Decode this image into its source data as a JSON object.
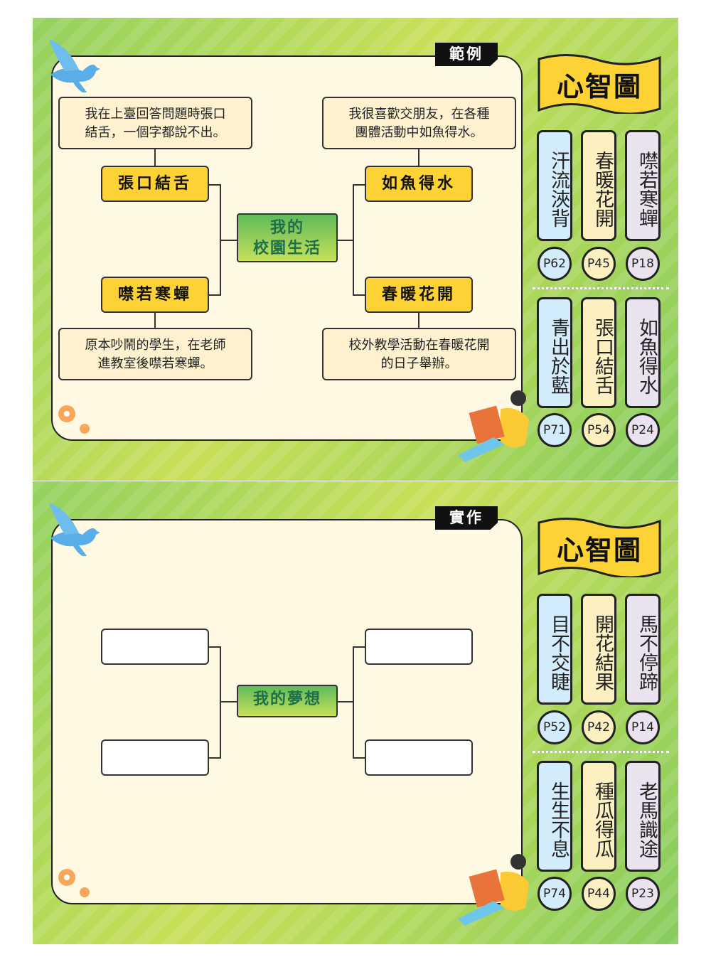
{
  "panels": [
    {
      "tag": "範例",
      "center": [
        "我的",
        "校園生活"
      ],
      "left_top": {
        "idiom": "張口結舌",
        "sentence": [
          "我在上臺回答問題時張口",
          "結舌，一個字都說不出。"
        ]
      },
      "left_bottom": {
        "idiom": "噤若寒蟬",
        "sentence": [
          "原本吵鬧的學生，在老師",
          "進教室後噤若寒蟬。"
        ]
      },
      "right_top": {
        "idiom": "如魚得水",
        "sentence": [
          "我很喜歡交朋友，在各種",
          "團體活動中如魚得水。"
        ]
      },
      "right_bottom": {
        "idiom": "春暖花開",
        "sentence": [
          "校外教學活動在春暖花開",
          "的日子舉辦。"
        ]
      },
      "banner": "心智圖",
      "idioms": [
        {
          "text": "汗流浹背",
          "page": "P62"
        },
        {
          "text": "春暖花開",
          "page": "P45"
        },
        {
          "text": "噤若寒蟬",
          "page": "P18"
        },
        {
          "text": "青出於藍",
          "page": "P71"
        },
        {
          "text": "張口結舌",
          "page": "P54"
        },
        {
          "text": "如魚得水",
          "page": "P24"
        }
      ]
    },
    {
      "tag": "實作",
      "center": [
        "我的夢想"
      ],
      "banner": "心智圖",
      "idioms": [
        {
          "text": "目不交睫",
          "page": "P52"
        },
        {
          "text": "開花結果",
          "page": "P42"
        },
        {
          "text": "馬不停蹄",
          "page": "P14"
        },
        {
          "text": "生生不息",
          "page": "P74"
        },
        {
          "text": "種瓜得瓜",
          "page": "P44"
        },
        {
          "text": "老馬識途",
          "page": "P23"
        }
      ]
    }
  ],
  "colors": {
    "yellow": "#fdd235",
    "card": "#fff8e2",
    "blue": "#d3ecfb",
    "cream": "#fdf0c0",
    "lilac": "#ebe2f0"
  }
}
